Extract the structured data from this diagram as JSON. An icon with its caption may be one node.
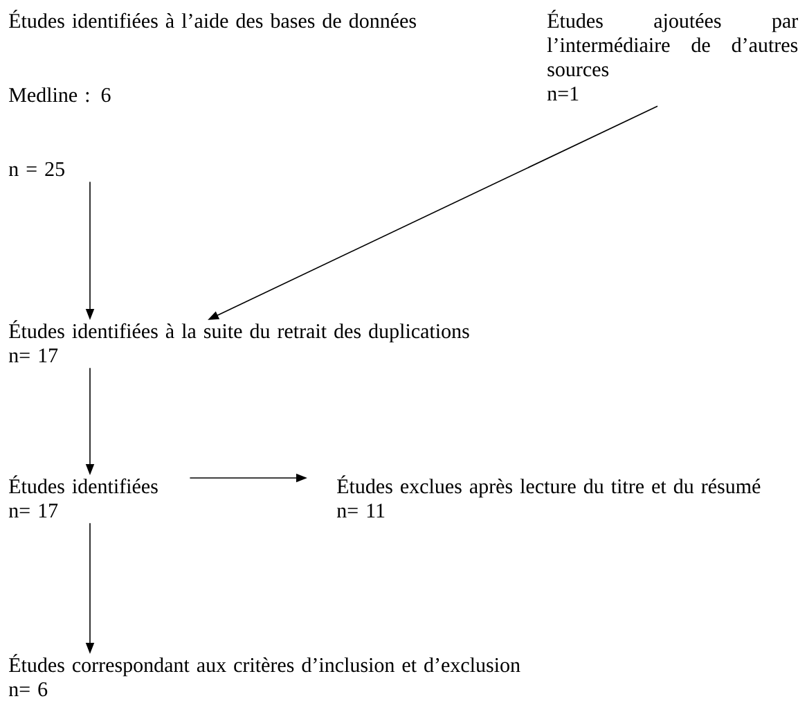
{
  "diagram": {
    "nodes": [
      {
        "text": [
          "Études identifiées à l’aide des bases de données",
          "Medline : 6",
          "n = 25"
        ]
      },
      {
        "text": [
          "Études ajoutées par l’intermédiaire de d’autres sources",
          "n=1"
        ]
      },
      {
        "text": [
          "Études identifiées à la suite du retrait des duplications",
          "n= 17"
        ]
      },
      {
        "text": [
          "Études identifiées",
          "n= 17"
        ]
      },
      {
        "text": [
          "Études exclues après lecture du titre et du résumé",
          "n= 11"
        ]
      },
      {
        "text": [
          "Études correspondant aux critères d’inclusion et d’exclusion",
          "n= 6"
        ]
      }
    ],
    "edges": [
      {
        "from": 0,
        "to": 2,
        "arrow": "to"
      },
      {
        "from": 1,
        "to": 2,
        "arrow": "to"
      },
      {
        "from": 2,
        "to": 3,
        "arrow": "to"
      },
      {
        "from": 3,
        "to": 4,
        "arrow": "to"
      },
      {
        "from": 3,
        "to": 5,
        "arrow": "to"
      }
    ]
  }
}
